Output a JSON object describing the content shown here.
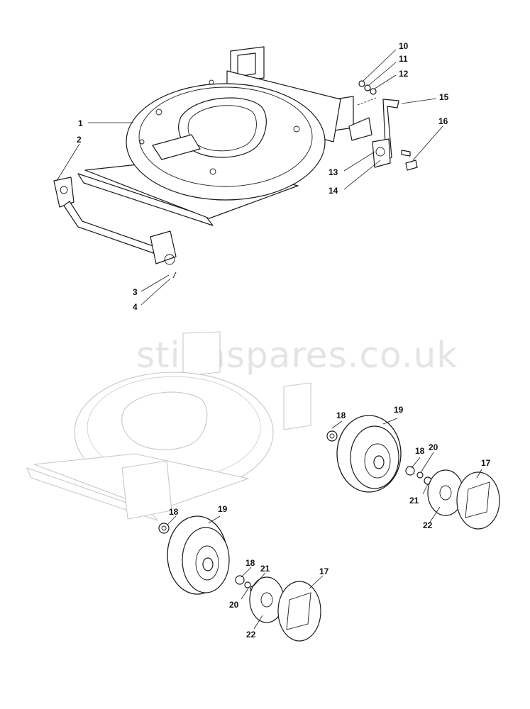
{
  "watermark": "stigaspares.co.uk",
  "callouts": {
    "c1": "1",
    "c2": "2",
    "c3": "3",
    "c4": "4",
    "c10": "10",
    "c11": "11",
    "c12": "12",
    "c13": "13",
    "c14": "14",
    "c15": "15",
    "c16": "16",
    "c17a": "17",
    "c17b": "17",
    "c18a": "18",
    "c18b": "18",
    "c18c": "18",
    "c18d": "18",
    "c19a": "19",
    "c19b": "19",
    "c20a": "20",
    "c20b": "20",
    "c21a": "21",
    "c21b": "21",
    "c22a": "22",
    "c22b": "22"
  }
}
